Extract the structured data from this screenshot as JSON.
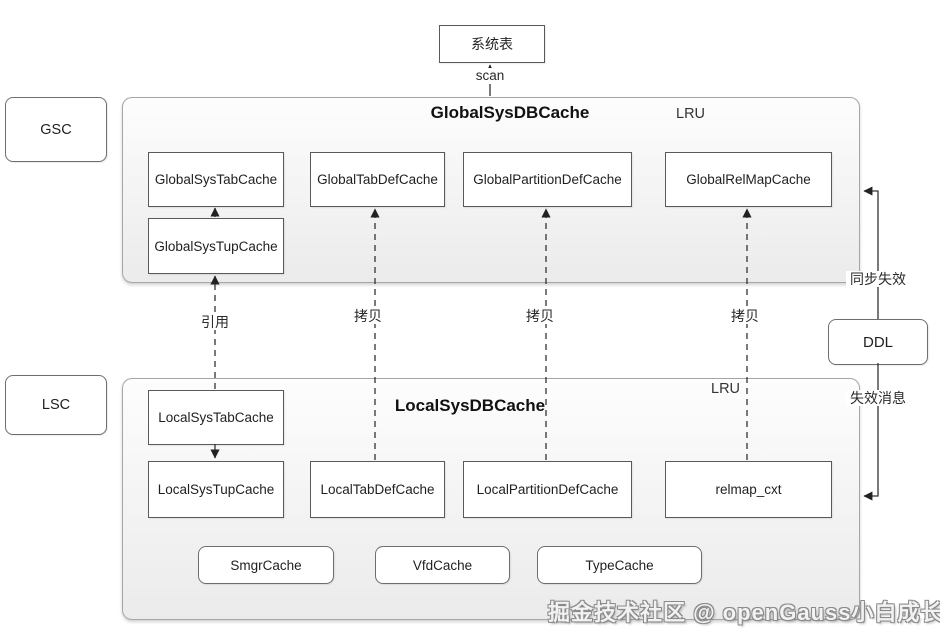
{
  "diagram": {
    "system_table": "系统表",
    "gsc": "GSC",
    "lsc": "LSC",
    "global": {
      "title": "GlobalSysDBCache",
      "lru": "LRU",
      "sys_tab": "GlobalSysTabCache",
      "sys_tup": "GlobalSysTupCache",
      "tab_def": "GlobalTabDefCache",
      "partition_def": "GlobalPartitionDefCache",
      "rel_map": "GlobalRelMapCache"
    },
    "local": {
      "title": "LocalSysDBCache",
      "lru": "LRU",
      "sys_tab": "LocalSysTabCache",
      "sys_tup": "LocalSysTupCache",
      "tab_def": "LocalTabDefCache",
      "partition_def": "LocalPartitionDefCache",
      "relmap_cxt": "relmap_cxt",
      "smgr_cache": "SmgrCache",
      "vfd_cache": "VfdCache",
      "type_cache": "TypeCache"
    },
    "ddl": "DDL",
    "edges": {
      "scan": "scan",
      "reference": "引用",
      "copy": "拷贝",
      "sync_invalidation": "同步失效",
      "invalidation_message": "失效消息"
    },
    "watermark": "掘金技术社区 @ openGauss小白成长日记",
    "colors": {
      "line": "#333333",
      "box_border": "#595959",
      "container_border": "#a6a6a6",
      "container_fill_top": "#fdfdfd",
      "container_fill_bottom": "#ebebeb",
      "watermark_fill": "#f2f2f2",
      "watermark_outline": "#8a8a8a"
    }
  }
}
